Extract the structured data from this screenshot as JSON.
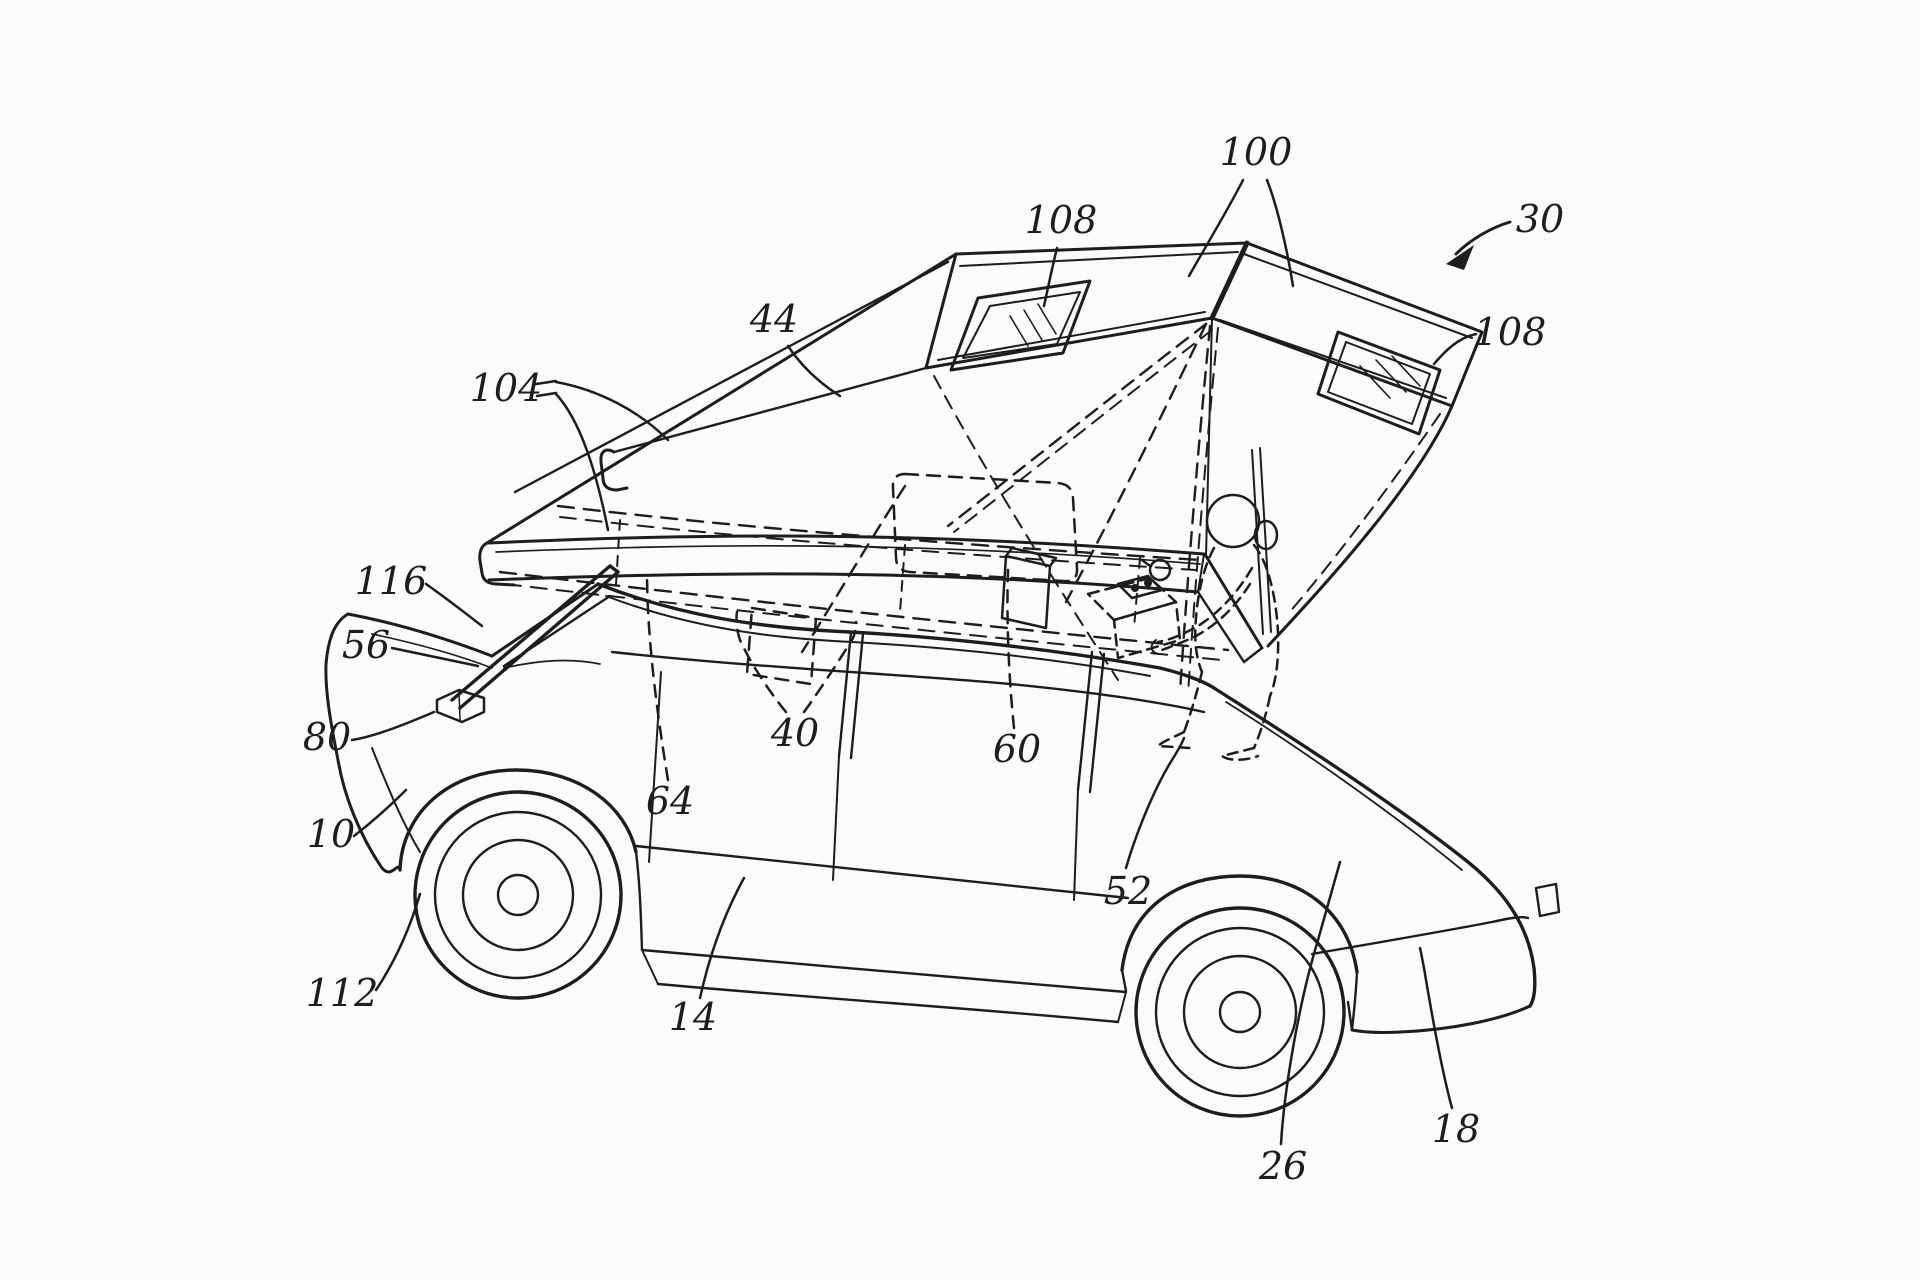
{
  "figure": {
    "description": "Patent line drawing: vehicle with deployed rooftop tent camper, person standing inside at counter",
    "colors": {
      "ink": "#1d1d1d",
      "paper": "#fbfbfa"
    },
    "labels": [
      {
        "id": "30",
        "text": "30"
      },
      {
        "id": "100",
        "text": "100"
      },
      {
        "id": "108-left",
        "text": "108"
      },
      {
        "id": "108-right",
        "text": "108"
      },
      {
        "id": "44",
        "text": "44"
      },
      {
        "id": "104",
        "text": "104"
      },
      {
        "id": "116",
        "text": "116"
      },
      {
        "id": "56",
        "text": "56"
      },
      {
        "id": "80",
        "text": "80"
      },
      {
        "id": "10",
        "text": "10"
      },
      {
        "id": "112",
        "text": "112"
      },
      {
        "id": "14",
        "text": "14"
      },
      {
        "id": "64",
        "text": "64"
      },
      {
        "id": "40",
        "text": "40"
      },
      {
        "id": "60",
        "text": "60"
      },
      {
        "id": "52",
        "text": "52"
      },
      {
        "id": "26",
        "text": "26"
      },
      {
        "id": "18",
        "text": "18"
      }
    ]
  }
}
